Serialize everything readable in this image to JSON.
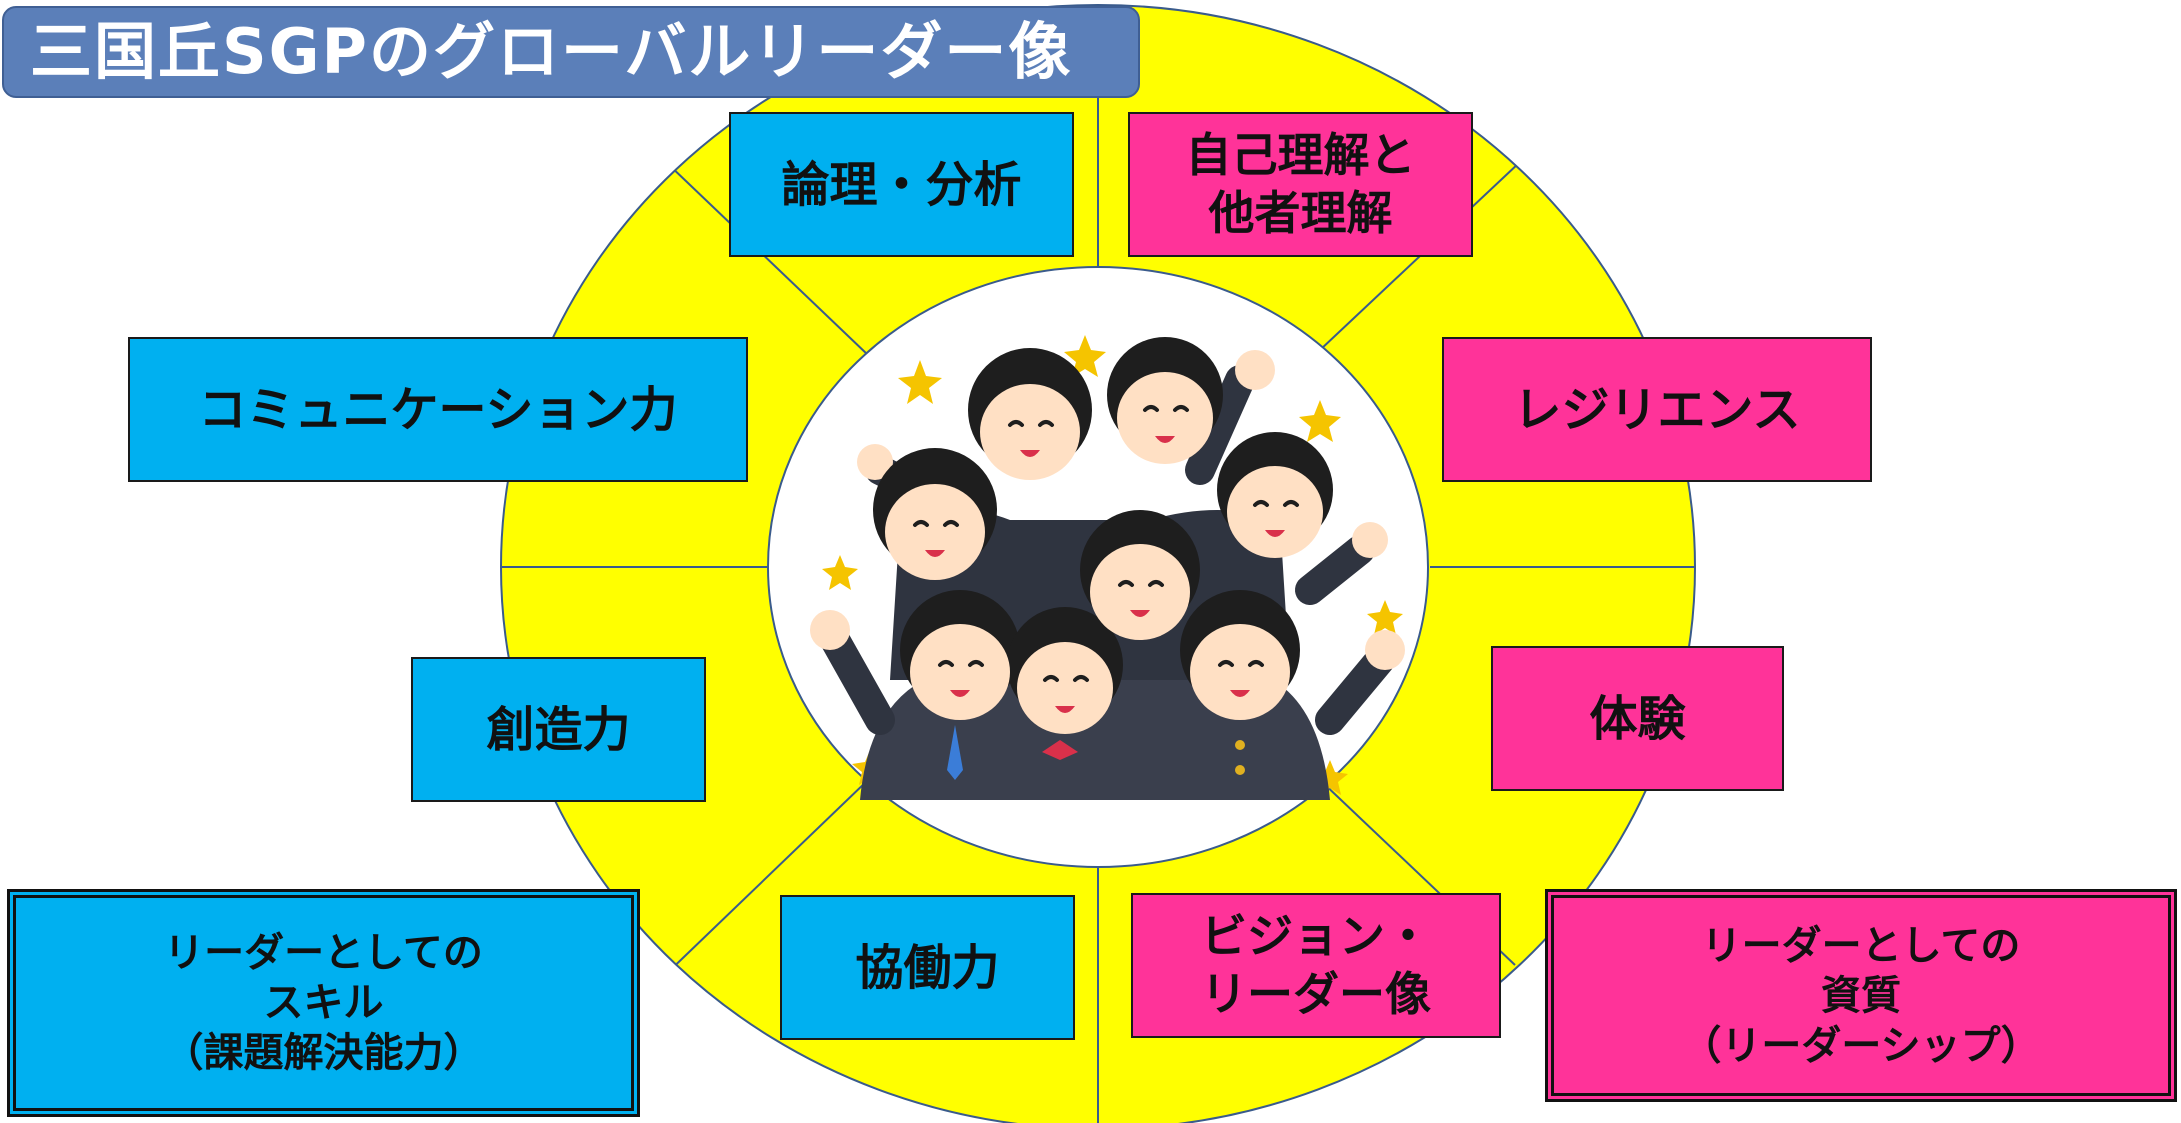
{
  "title": "三国丘SGPのグローバルリーダー像",
  "colors": {
    "wheel": "#ffff00",
    "blue_box": "#00b0f0",
    "pink_box": "#ff3399",
    "title_bg": "#5b7fb9"
  },
  "skills": {
    "logic": "論理・分析",
    "communication": "コミュニケーション力",
    "creativity": "創造力",
    "collaboration": "協働力",
    "summary": "リーダーとしての\nスキル\n（課題解決能力）"
  },
  "qualities": {
    "understanding": "自己理解と\n他者理解",
    "resilience": "レジリエンス",
    "experience": "体験",
    "vision": "ビジョン・\nリーダー像",
    "summary": "リーダーとしての\n資質\n（リーダーシップ）"
  },
  "center_icon": "cheering-students-icon"
}
